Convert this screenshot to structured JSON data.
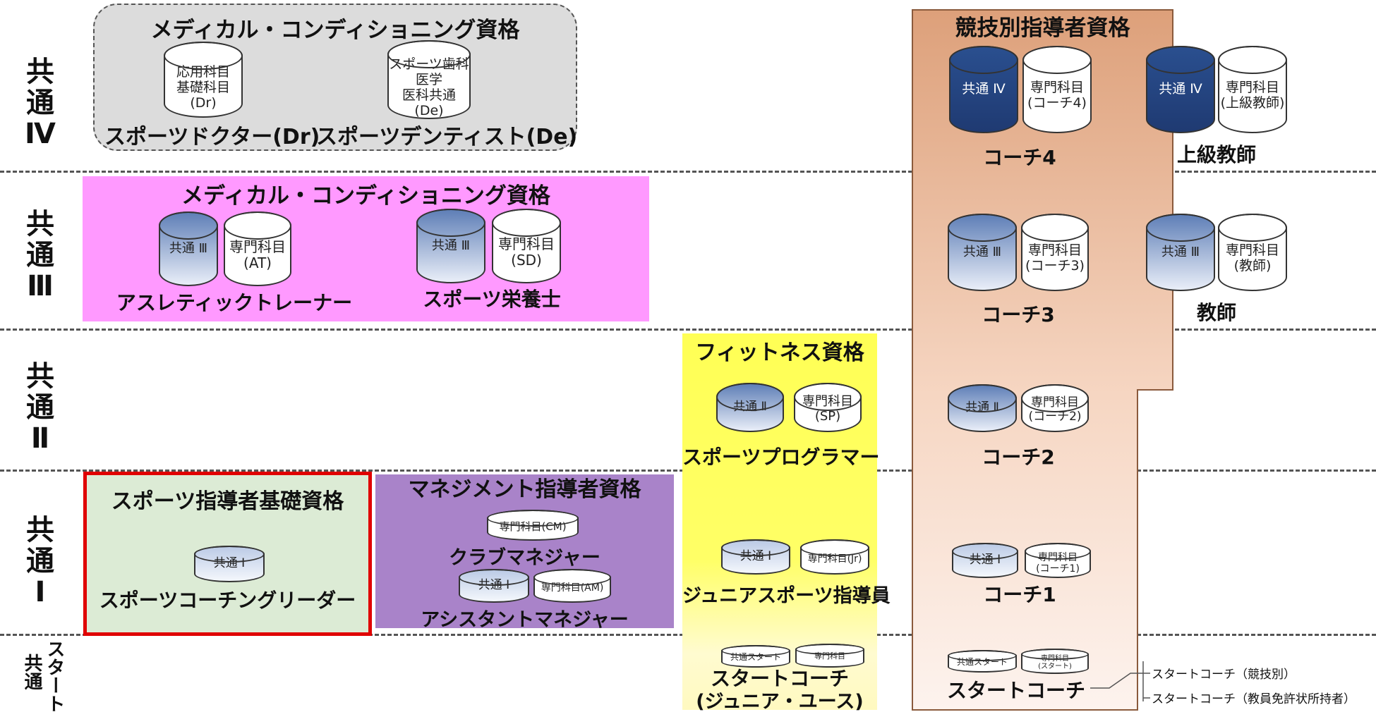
{
  "tiers": {
    "iv": [
      "共",
      "通",
      "Ⅳ"
    ],
    "iii": [
      "共",
      "通",
      "Ⅲ"
    ],
    "ii": [
      "共",
      "通",
      "Ⅱ"
    ],
    "i": [
      "共",
      "通",
      "Ⅰ"
    ],
    "start_line1": "共通",
    "start_line2": "スタート"
  },
  "medical_iv": {
    "title": "メディカル・コンディショニング資格",
    "dr_cyl": "応用科目\n基礎科目\n(Dr)",
    "dr_name": "スポーツドクター(Dr)",
    "de_cyl": "スポーツ歯科医学\n医科共通\n(De)",
    "de_name": "スポーツデンティスト(De)"
  },
  "medical_iii": {
    "title": "メディカル・コンディショニング資格",
    "at_common": "共通 Ⅲ",
    "at_special": "専門科目\n(AT)",
    "at_name": "アスレティックトレーナー",
    "sd_common": "共通 Ⅲ",
    "sd_special": "専門科目\n(SD)",
    "sd_name": "スポーツ栄養士"
  },
  "competition": {
    "title": "競技別指導者資格",
    "c4_common": "共通 Ⅳ",
    "c4_special": "専門科目\n(コーチ4)",
    "c4_name": "コーチ4",
    "senior_common": "共通 Ⅳ",
    "senior_special": "専門科目\n(上級教師)",
    "senior_name": "上級教師",
    "c3_common": "共通 Ⅲ",
    "c3_special": "専門科目\n(コーチ3)",
    "c3_name": "コーチ3",
    "teacher_common": "共通 Ⅲ",
    "teacher_special": "専門科目\n(教師)",
    "teacher_name": "教師",
    "c2_common": "共通 Ⅱ",
    "c2_special": "専門科目\n(コーチ2)",
    "c2_name": "コーチ2",
    "c1_common": "共通 Ⅰ",
    "c1_special": "専門科目\n(コーチ1)",
    "c1_name": "コーチ1",
    "start_common": "共通スタート",
    "start_special": "専門科目\n(スタート)",
    "start_name": "スタートコーチ",
    "branch1": "スタートコーチ（競技別）",
    "branch2": "スタートコーチ（教員免許状所持者）"
  },
  "fitness": {
    "title": "フィットネス資格",
    "sp_common": "共通 Ⅱ",
    "sp_special": "専門科目\n(SP)",
    "sp_name": "スポーツプログラマー",
    "jr_common": "共通 Ⅰ",
    "jr_special": "専門科目(Jr)",
    "jr_name": "ジュニアスポーツ指導員",
    "start_common": "共通スタート",
    "start_special": "専門科目",
    "start_name": "スタートコーチ",
    "start_sub": "(ジュニア・ユース)"
  },
  "basic": {
    "title": "スポーツ指導者基礎資格",
    "common": "共通 Ⅰ",
    "name": "スポーツコーチングリーダー"
  },
  "management": {
    "title": "マネジメント指導者資格",
    "cm_special": "専門科目(CM)",
    "cm_name": "クラブマネジャー",
    "am_common": "共通 Ⅰ",
    "am_special": "専門科目(AM)",
    "am_name": "アシスタントマネジャー"
  },
  "colors": {
    "medical_iv_bg": "#dcdcdc",
    "medical_iii_bg": "#ff99ff",
    "fitness_bg": "#ffff66",
    "basic_bg": "#dcebd5",
    "basic_border": "#e00000",
    "management_bg": "#a983c9",
    "competition_top": "#dda07a",
    "competition_bottom": "#fdf2ec",
    "dark_cylinder": "#1f3a72"
  }
}
